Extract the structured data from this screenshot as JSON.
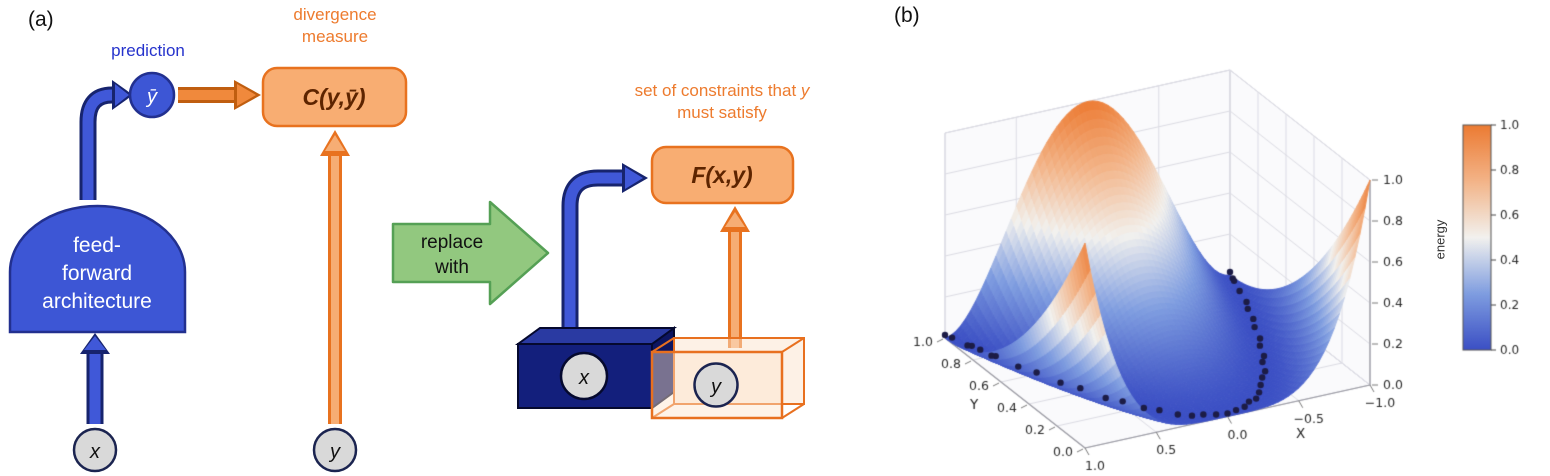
{
  "figure": {
    "panel_a": "(a)",
    "panel_b": "(b)"
  },
  "diagram": {
    "prediction_label": "prediction",
    "ybar_symbol": "ȳ",
    "x_symbol": "x",
    "y_symbol": "y",
    "feedforward_lines": [
      "feed-",
      "forward",
      "architecture"
    ],
    "divergence_lines": [
      "divergence",
      "measure"
    ],
    "c_function": "C(y,ȳ)",
    "replace_lines": [
      "replace",
      "with"
    ],
    "constraints_prefix": "set of constraints that ",
    "constraints_y": "y",
    "constraints_line2": "must satisfy",
    "f_function": "F(x,y)",
    "box_x_symbol": "x",
    "box_y_symbol": "y",
    "colors": {
      "blue_fill": "#3d56d5",
      "blue_dark": "#17246e",
      "navy_box": "#131f7c",
      "orange_accent": "#ed7b2e",
      "orange_box_fill": "#f8ad72",
      "orange_text_dark": "#5d2400",
      "green_arrow": "#92c87f",
      "green_edge": "#55a055",
      "gray_circle": "#d9d9d9"
    }
  },
  "chart_data": {
    "type": "surface",
    "title": "",
    "xlabel": "X",
    "ylabel": "Y",
    "zlabel": "energy",
    "x_range": [
      1,
      -1
    ],
    "y_range": [
      0,
      1
    ],
    "z_range": [
      0,
      1
    ],
    "x_tick_labels": [
      "1.0",
      "0.5",
      "0.0",
      "−0.5",
      "−1.0"
    ],
    "x_tick_values": [
      1,
      0.5,
      0,
      -0.5,
      -1
    ],
    "y_tick_labels": [
      "0.0",
      "0.2",
      "0.4",
      "0.6",
      "0.8",
      "1.0"
    ],
    "y_tick_values": [
      0,
      0.2,
      0.4,
      0.6,
      0.8,
      1
    ],
    "z_tick_labels": [
      "0.0",
      "0.2",
      "0.4",
      "0.6",
      "0.8",
      "1.0"
    ],
    "z_tick_values": [
      0,
      0.2,
      0.4,
      0.6,
      0.8,
      1
    ],
    "grid": true,
    "surface_function": "energy(x,y) = (y - x^2)^2",
    "grid_resolution": 56,
    "colormap_stops": [
      [
        0,
        "#3b4fc4"
      ],
      [
        0.25,
        "#7f9de0"
      ],
      [
        0.5,
        "#f2f1ee"
      ],
      [
        0.75,
        "#f3b488"
      ],
      [
        1,
        "#ec7b33"
      ]
    ],
    "colorbar_tick_labels": [
      "1.0",
      "0.8",
      "0.6",
      "0.4",
      "0.2",
      "0.0"
    ],
    "colorbar_tick_values": [
      1,
      0.8,
      0.6,
      0.4,
      0.2,
      0
    ],
    "scatter_points": [
      [
        -1,
        1
      ],
      [
        -0.97,
        0.95
      ],
      [
        -0.96,
        0.93
      ],
      [
        -0.92,
        0.85
      ],
      [
        -0.88,
        0.76
      ],
      [
        -0.84,
        0.71
      ],
      [
        -0.8,
        0.63
      ],
      [
        -0.75,
        0.57
      ],
      [
        -0.7,
        0.48
      ],
      [
        -0.65,
        0.43
      ],
      [
        -0.6,
        0.35
      ],
      [
        -0.55,
        0.31
      ],
      [
        -0.5,
        0.24
      ],
      [
        -0.44,
        0.2
      ],
      [
        -0.38,
        0.15
      ],
      [
        -0.32,
        0.1
      ],
      [
        -0.26,
        0.06
      ],
      [
        -0.2,
        0.05
      ],
      [
        -0.14,
        0.02
      ],
      [
        -0.07,
        0.01
      ],
      [
        0,
        0
      ],
      [
        0.07,
        0.01
      ],
      [
        0.14,
        0.03
      ],
      [
        0.21,
        0.04
      ],
      [
        0.28,
        0.07
      ],
      [
        0.35,
        0.13
      ],
      [
        0.42,
        0.17
      ],
      [
        0.49,
        0.25
      ],
      [
        0.56,
        0.3
      ],
      [
        0.63,
        0.41
      ],
      [
        0.7,
        0.48
      ],
      [
        0.76,
        0.59
      ],
      [
        0.82,
        0.66
      ],
      [
        0.87,
        0.77
      ],
      [
        0.89,
        0.78
      ],
      [
        0.91,
        0.84
      ],
      [
        0.93,
        0.88
      ],
      [
        0.95,
        0.89
      ],
      [
        0.98,
        0.97
      ],
      [
        1,
        1
      ]
    ]
  }
}
